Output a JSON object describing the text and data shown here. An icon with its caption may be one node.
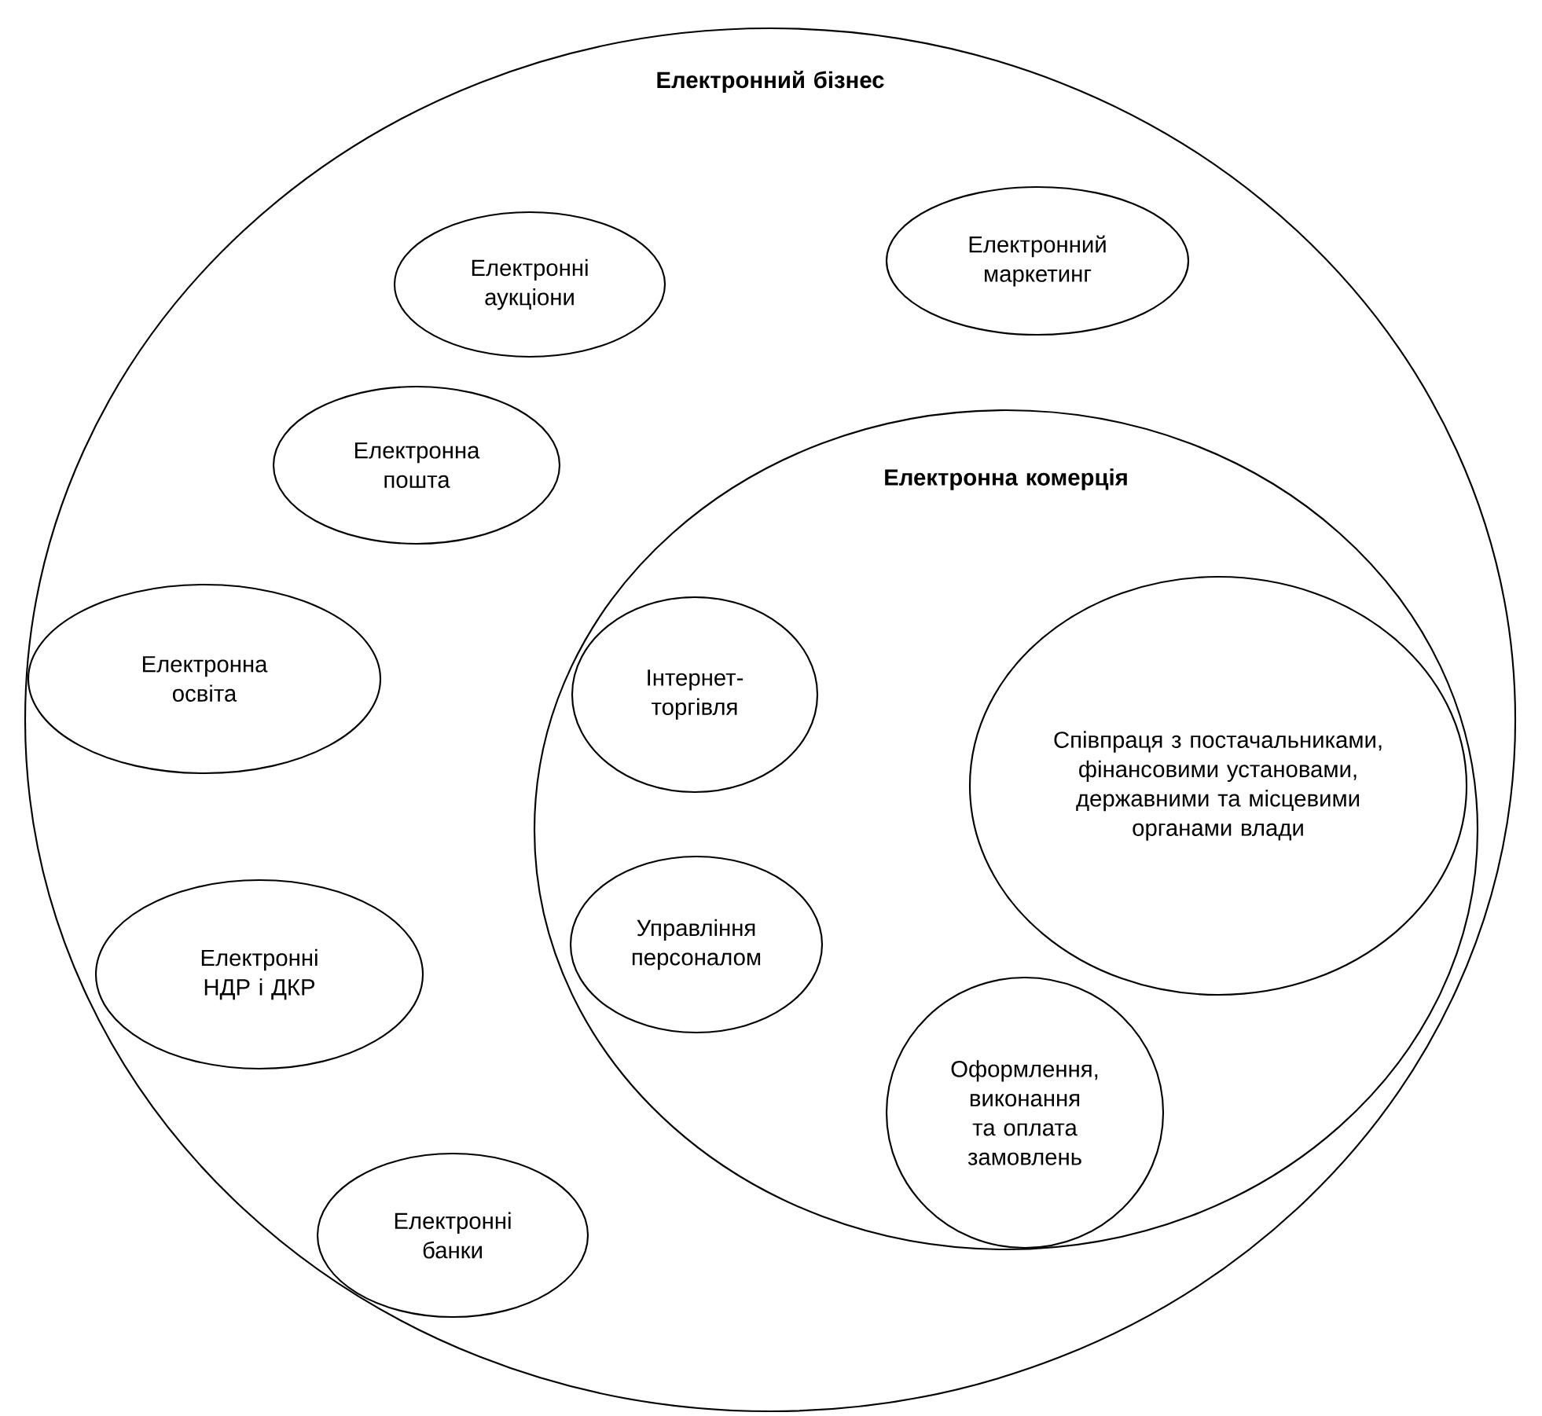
{
  "diagram": {
    "nodes": [
      {
        "text": [
          "Електронний бізнес"
        ]
      },
      {
        "text": [
          "Електронні аукціони"
        ],
        "in": 0
      },
      {
        "text": [
          "Електронний маркетинг"
        ],
        "in": 0
      },
      {
        "text": [
          "Електронна пошта"
        ],
        "in": 0
      },
      {
        "text": [
          "Електронна комерція"
        ],
        "in": 0
      },
      {
        "text": [
          "Інтернет-торгівля"
        ],
        "in": 4
      },
      {
        "text": [
          "Співпраця з постачальниками, фінансовими установами, державними та місцевими органами влади"
        ],
        "in": 4
      },
      {
        "text": [
          "Електронна освіта"
        ],
        "in": 0
      },
      {
        "text": [
          "Управління персоналом"
        ],
        "in": 4
      },
      {
        "text": [
          "Електронні НДР і ДКР"
        ],
        "in": 0
      },
      {
        "text": [
          "Оформлення, виконання та оплата замовлень"
        ],
        "in": 4
      },
      {
        "text": [
          "Електронні банки"
        ],
        "in": 0
      }
    ]
  }
}
